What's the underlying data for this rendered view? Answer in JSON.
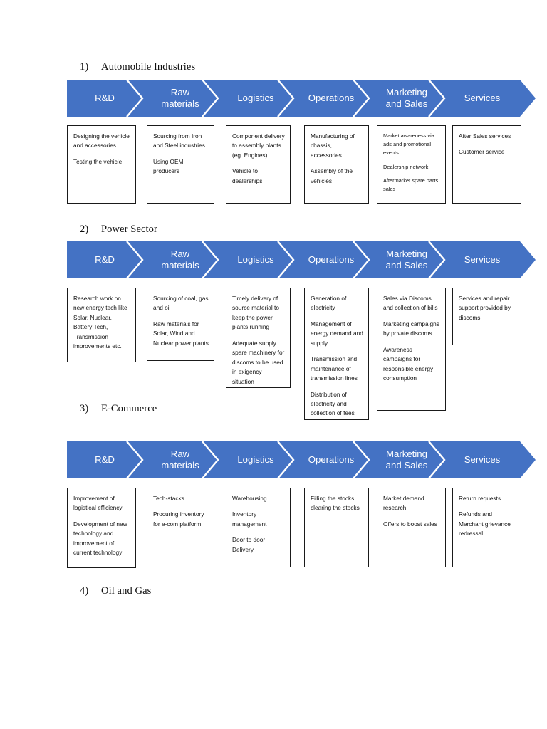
{
  "document": {
    "page_background": "#ffffff",
    "accent_blue": "#4472C4",
    "box_border": "#1a1a1a"
  },
  "process_stages": [
    {
      "label": "R&D"
    },
    {
      "label": "Raw\nmaterials"
    },
    {
      "label": "Logistics"
    },
    {
      "label": "Operations"
    },
    {
      "label": "Marketing\nand Sales"
    },
    {
      "label": "Services"
    }
  ],
  "sections": [
    {
      "number": "1)",
      "title": "Automobile Industries",
      "boxes": [
        {
          "paragraphs": [
            "Designing the vehicle and accessories",
            "Testing the vehicle"
          ]
        },
        {
          "paragraphs": [
            "Sourcing from Iron and Steel industries",
            "Using OEM producers"
          ]
        },
        {
          "paragraphs": [
            "Component delivery to assembly plants (eg. Engines)",
            "Vehicle to dealerships"
          ]
        },
        {
          "paragraphs": [
            "Manufacturing of chassis, accessories",
            "Assembly of the vehicles"
          ]
        },
        {
          "paragraphs": [
            "Market awareness via ads and promotional events",
            "Dealership network",
            "Aftermarket spare parts sales"
          ]
        },
        {
          "paragraphs": [
            "After Sales services",
            "Customer service"
          ]
        }
      ]
    },
    {
      "number": "2)",
      "title": "Power Sector",
      "boxes": [
        {
          "paragraphs": [
            "Research work on new energy tech like Solar, Nuclear, Battery Tech, Transmission improvements etc."
          ]
        },
        {
          "paragraphs": [
            "Sourcing of coal, gas and oil",
            "Raw materials for Solar, Wind and Nuclear power plants"
          ]
        },
        {
          "paragraphs": [
            "Timely delivery of source material to keep the power plants running",
            "Adequate supply spare machinery for discoms to be used in exigency situation"
          ]
        },
        {
          "paragraphs": [
            "Generation of electricity",
            "Management of energy demand and supply",
            "Transmission and maintenance of transmission lines",
            "Distribution of electricity and collection of fees"
          ]
        },
        {
          "paragraphs": [
            "Sales via Discoms and collection of bills",
            "Marketing campaigns by private discoms",
            "Awareness campaigns for responsible energy consumption"
          ]
        },
        {
          "paragraphs": [
            "Services and repair support provided by discoms"
          ]
        }
      ]
    },
    {
      "number": "3)",
      "title": "E-Commerce",
      "boxes": [
        {
          "paragraphs": [
            "Improvement of logistical efficiency",
            "Development of new technology and improvement of current technology"
          ]
        },
        {
          "paragraphs": [
            "Tech-stacks",
            "Procuring inventory for e-com platform"
          ]
        },
        {
          "paragraphs": [
            "Warehousing",
            "Inventory management",
            "Door to door Delivery"
          ]
        },
        {
          "paragraphs": [
            "Filling the stocks, clearing the stocks"
          ]
        },
        {
          "paragraphs": [
            "Market demand research",
            "Offers to boost sales"
          ]
        },
        {
          "paragraphs": [
            "Return requests",
            "Refunds and Merchant grievance redressal"
          ]
        }
      ]
    },
    {
      "number": "4)",
      "title": "Oil and Gas",
      "boxes": []
    }
  ],
  "layout": {
    "heading_tops": [
      86,
      314,
      566,
      822
    ],
    "bar_tops": [
      112,
      339,
      620
    ],
    "box_tops": [
      176,
      404,
      685
    ],
    "box_columns_left": [
      94,
      206,
      317,
      427,
      529,
      635
    ],
    "box_widths": [
      97,
      95,
      91,
      91,
      97,
      97
    ],
    "box_heights": [
      [
        110,
        110,
        110,
        110,
        110,
        110
      ],
      [
        105,
        103,
        141,
        186,
        173,
        81
      ],
      [
        113,
        112,
        112,
        112,
        112,
        112
      ]
    ]
  }
}
